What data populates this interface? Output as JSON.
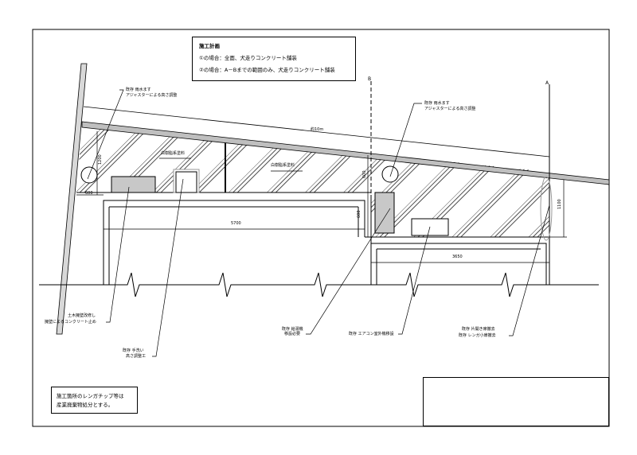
{
  "drawing": {
    "plan": {
      "title": "施工計画",
      "case1": "①の場合：全面、犬走りコンクリート舗装",
      "case2": "②の場合：A－Bまでの範囲のみ、犬走りコンクリート舗装"
    },
    "section_markers": {
      "a": "A",
      "b": "B"
    },
    "dimensions": {
      "roof_length": "約10m",
      "left_height": "1200",
      "left_offset": "600",
      "mid_height_upper": "600",
      "mid_height_lower": "600",
      "right_height": "1100",
      "span_left": "5700",
      "span_right": "3650"
    },
    "hatch_labels": {
      "label1": "白樹脂系塗料",
      "label2": "白樹脂系塗料"
    },
    "callouts": {
      "top_left": [
        "既存 雨水ます",
        "アジャスターによる高さ調整"
      ],
      "top_right": [
        "既存 雨水ます",
        "アジャスターによる高さ調整"
      ],
      "bottom_left": [
        "土木擁壁改修し",
        "擁壁によるコンクリート止め"
      ],
      "bottom_mid1": [
        "既存 手洗い",
        "高さ調整工"
      ],
      "bottom_mid2": [
        "既存 給湯機",
        "移設必要"
      ],
      "bottom_mid3": "既存 エアコン室外機移設",
      "bottom_right": [
        "既存 片開き扉撤去",
        "既存 レンガ小扉撤去"
      ]
    },
    "note": {
      "line1": "施工箇所のレンガチップ等は",
      "line2": "産業廃棄物処分とする。"
    },
    "colors": {
      "line": "#000000",
      "fill_gray": "#c8c8c8",
      "roof_gray": "#bfbfbf"
    }
  }
}
